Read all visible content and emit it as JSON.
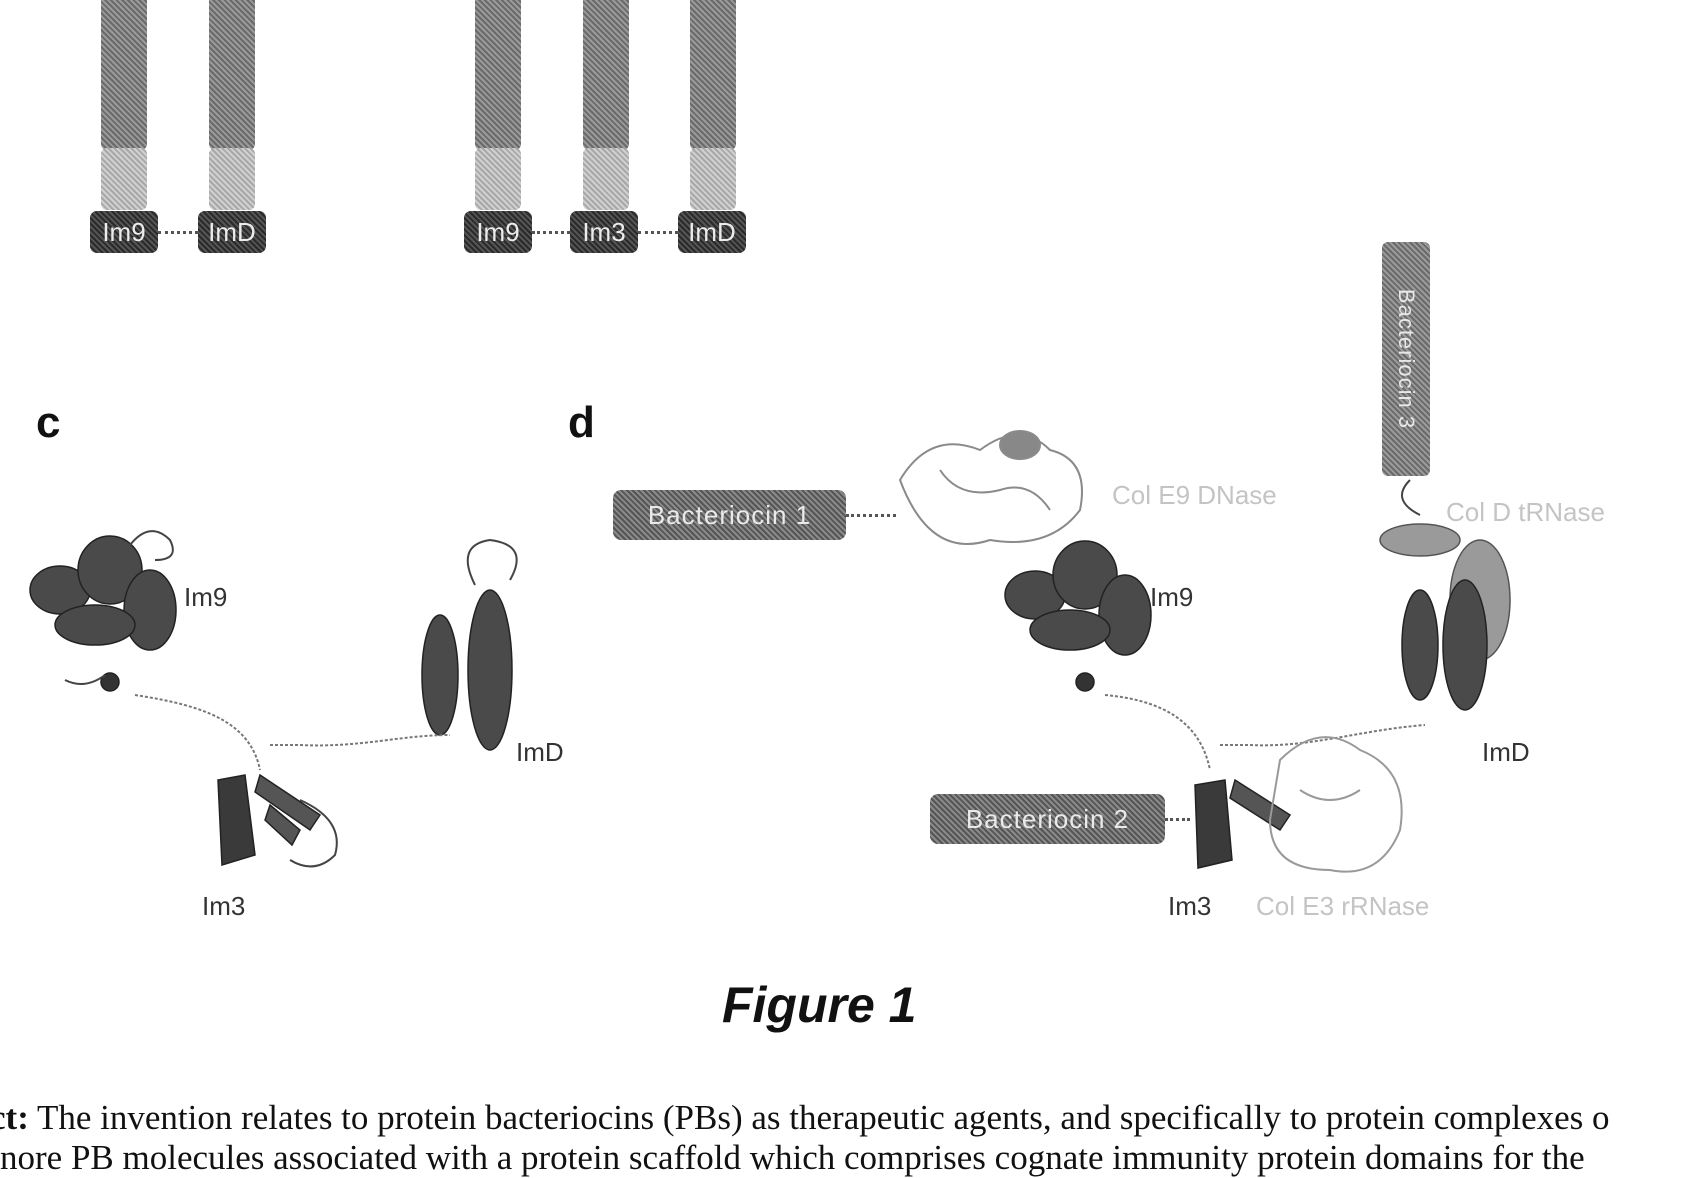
{
  "figure": {
    "caption": "Figure 1",
    "panels": {
      "a": {
        "immunity_domains": [
          "Im9",
          "ImD"
        ]
      },
      "b": {
        "immunity_domains": [
          "Im9",
          "Im3",
          "ImD"
        ]
      },
      "c": {
        "letter": "c",
        "labels": {
          "im9": "Im9",
          "imd": "ImD",
          "im3": "Im3"
        }
      },
      "d": {
        "letter": "d",
        "bacteriocin_1": "Bacteriocin 1",
        "bacteriocin_2": "Bacteriocin 2",
        "bacteriocin_3": "Bacteriocin 3",
        "labels": {
          "im9": "Im9",
          "imd": "ImD",
          "im3": "Im3",
          "col_e9": "Col E9 DNase",
          "col_d": "Col D tRNase",
          "col_e3": "Col E3 rRNase"
        }
      }
    }
  },
  "abstract": {
    "label": "ct:",
    "line1": "The invention relates to protein bacteriocins (PBs) as therapeutic agents, and specifically to protein complexes o",
    "line2": "nore PB molecules associated with a protein scaffold which comprises cognate immunity protein domains for the"
  },
  "colors": {
    "ink": "#111111",
    "ghost_label": "#c4c4c4",
    "bar_dark": "#2a2a2a",
    "bar_mid": "#7a7a7a"
  }
}
